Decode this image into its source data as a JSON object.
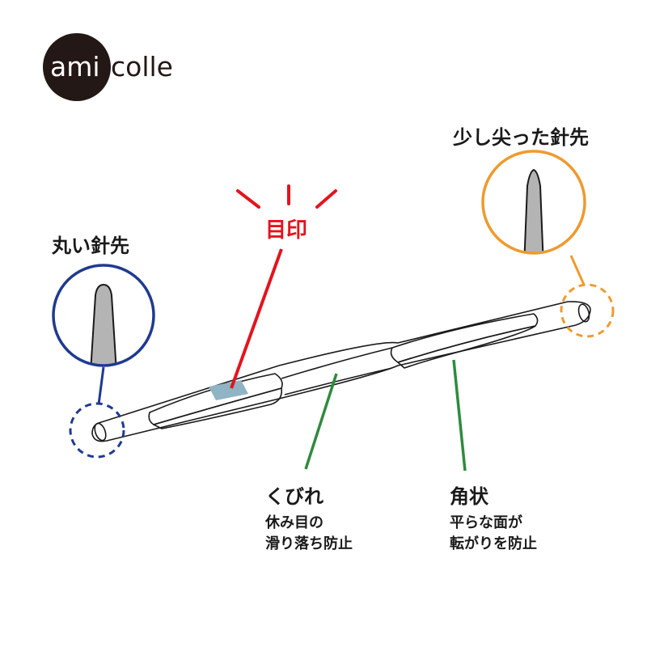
{
  "logo": {
    "part1": "ami",
    "part2": "colle"
  },
  "labels": {
    "pointed_tip": "少し尖った針先",
    "round_tip": "丸い針先",
    "marker": "目印",
    "waist": {
      "title": "くびれ",
      "line1": "休み目の",
      "line2": "滑り落ち防止"
    },
    "angular": {
      "title": "角状",
      "line1": "平らな面が",
      "line2": "転がりを防止"
    }
  },
  "colors": {
    "logo_circle": "#231815",
    "round_tip_circle": "#1f3a8f",
    "pointed_tip_circle": "#ee9a2f",
    "marker_red": "#e3141e",
    "marker_patch": "#8fb4c4",
    "leader_green": "#2e8b3e",
    "needle_gray": "#b4b4b4",
    "outline": "#1a1a1a"
  },
  "icons": {
    "logo": "amicolle-logo",
    "needle": "crochet-hook-illustration"
  }
}
